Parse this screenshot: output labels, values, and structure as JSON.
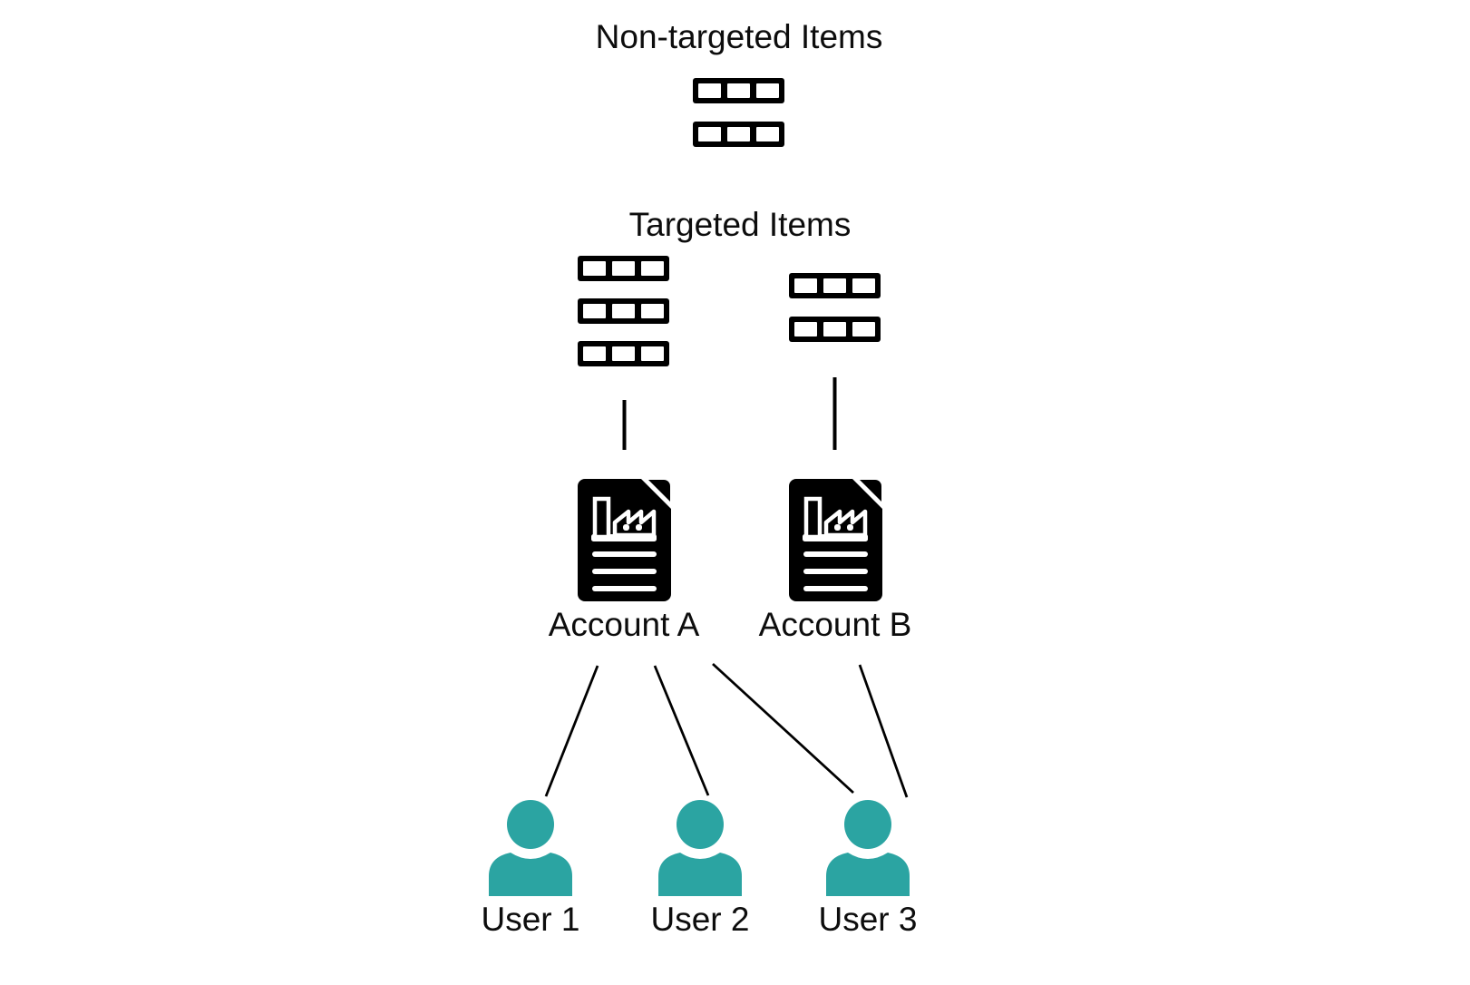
{
  "non_targeted": {
    "title": "Non-targeted Items",
    "rows": 2,
    "cells_per_row": 3
  },
  "targeted": {
    "title": "Targeted Items",
    "groups": [
      {
        "id": "group-a",
        "rows": 3,
        "cells_per_row": 3
      },
      {
        "id": "group-b",
        "rows": 2,
        "cells_per_row": 3
      }
    ]
  },
  "accounts": [
    {
      "id": "account-a",
      "label": "Account A"
    },
    {
      "id": "account-b",
      "label": "Account B"
    }
  ],
  "users": [
    {
      "id": "user-1",
      "label": "User 1"
    },
    {
      "id": "user-2",
      "label": "User 2"
    },
    {
      "id": "user-3",
      "label": "User 3"
    }
  ],
  "relations": {
    "item_group_to_account": [
      [
        "group-a",
        "account-a"
      ],
      [
        "group-b",
        "account-b"
      ]
    ],
    "account_to_user": [
      [
        "account-a",
        "user-1"
      ],
      [
        "account-a",
        "user-2"
      ],
      [
        "account-a",
        "user-3"
      ],
      [
        "account-b",
        "user-3"
      ]
    ]
  },
  "icons": {
    "item_row": "table-row-icon",
    "account": "document-factory-icon",
    "user": "person-icon"
  },
  "colors": {
    "user": "#2BA4A2",
    "icon": "#000000",
    "connector": "#000000",
    "text": "#0D0D0D",
    "background": "#FFFFFF"
  }
}
